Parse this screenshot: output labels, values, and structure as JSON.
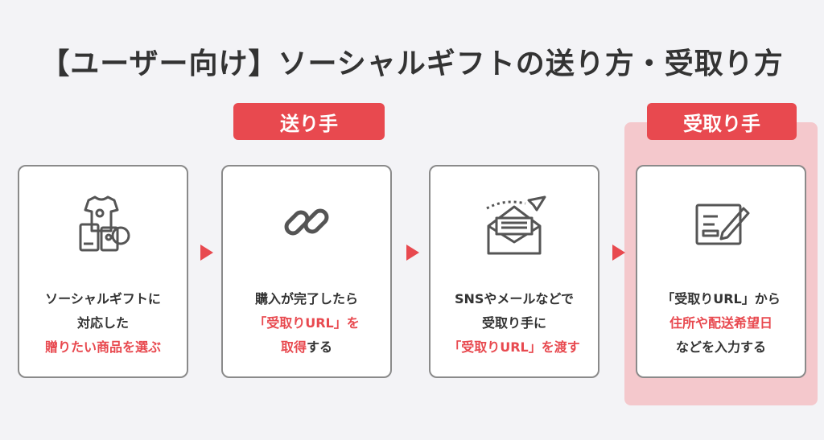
{
  "title": "【ユーザー向け】ソーシャルギフトの送り方・受取り方",
  "labels": {
    "sender": "送り手",
    "receiver": "受取り手"
  },
  "steps": [
    {
      "lines": [
        {
          "text": "ソーシャルギフトに",
          "highlight": false
        },
        {
          "text": "対応した",
          "highlight": false
        },
        {
          "text": "贈りたい商品を選ぶ",
          "highlight": true
        }
      ],
      "icon": "gift-products-icon"
    },
    {
      "lines": [
        {
          "text": "購入が完了したら",
          "highlight": false
        },
        {
          "text": "「受取りURL」を",
          "highlight": true
        },
        {
          "text": "取得する",
          "highlight": false,
          "redPrefix": "取得",
          "suffix": "する"
        }
      ],
      "icon": "link-icon"
    },
    {
      "lines": [
        {
          "text": "SNSやメールなどで",
          "highlight": false
        },
        {
          "text": "受取り手に",
          "highlight": false
        },
        {
          "text": "「受取りURL」を渡す",
          "highlight": true
        }
      ],
      "icon": "send-mail-icon"
    },
    {
      "lines": [
        {
          "text": "「受取りURL」から",
          "highlight": false
        },
        {
          "text": "住所や配送希望日",
          "highlight": true
        },
        {
          "text": "などを入力する",
          "highlight": false
        }
      ],
      "icon": "form-edit-icon"
    }
  ],
  "colors": {
    "accent": "#e8494f",
    "receiver_bg": "#f4c8cc",
    "border": "#8a8a8a"
  }
}
